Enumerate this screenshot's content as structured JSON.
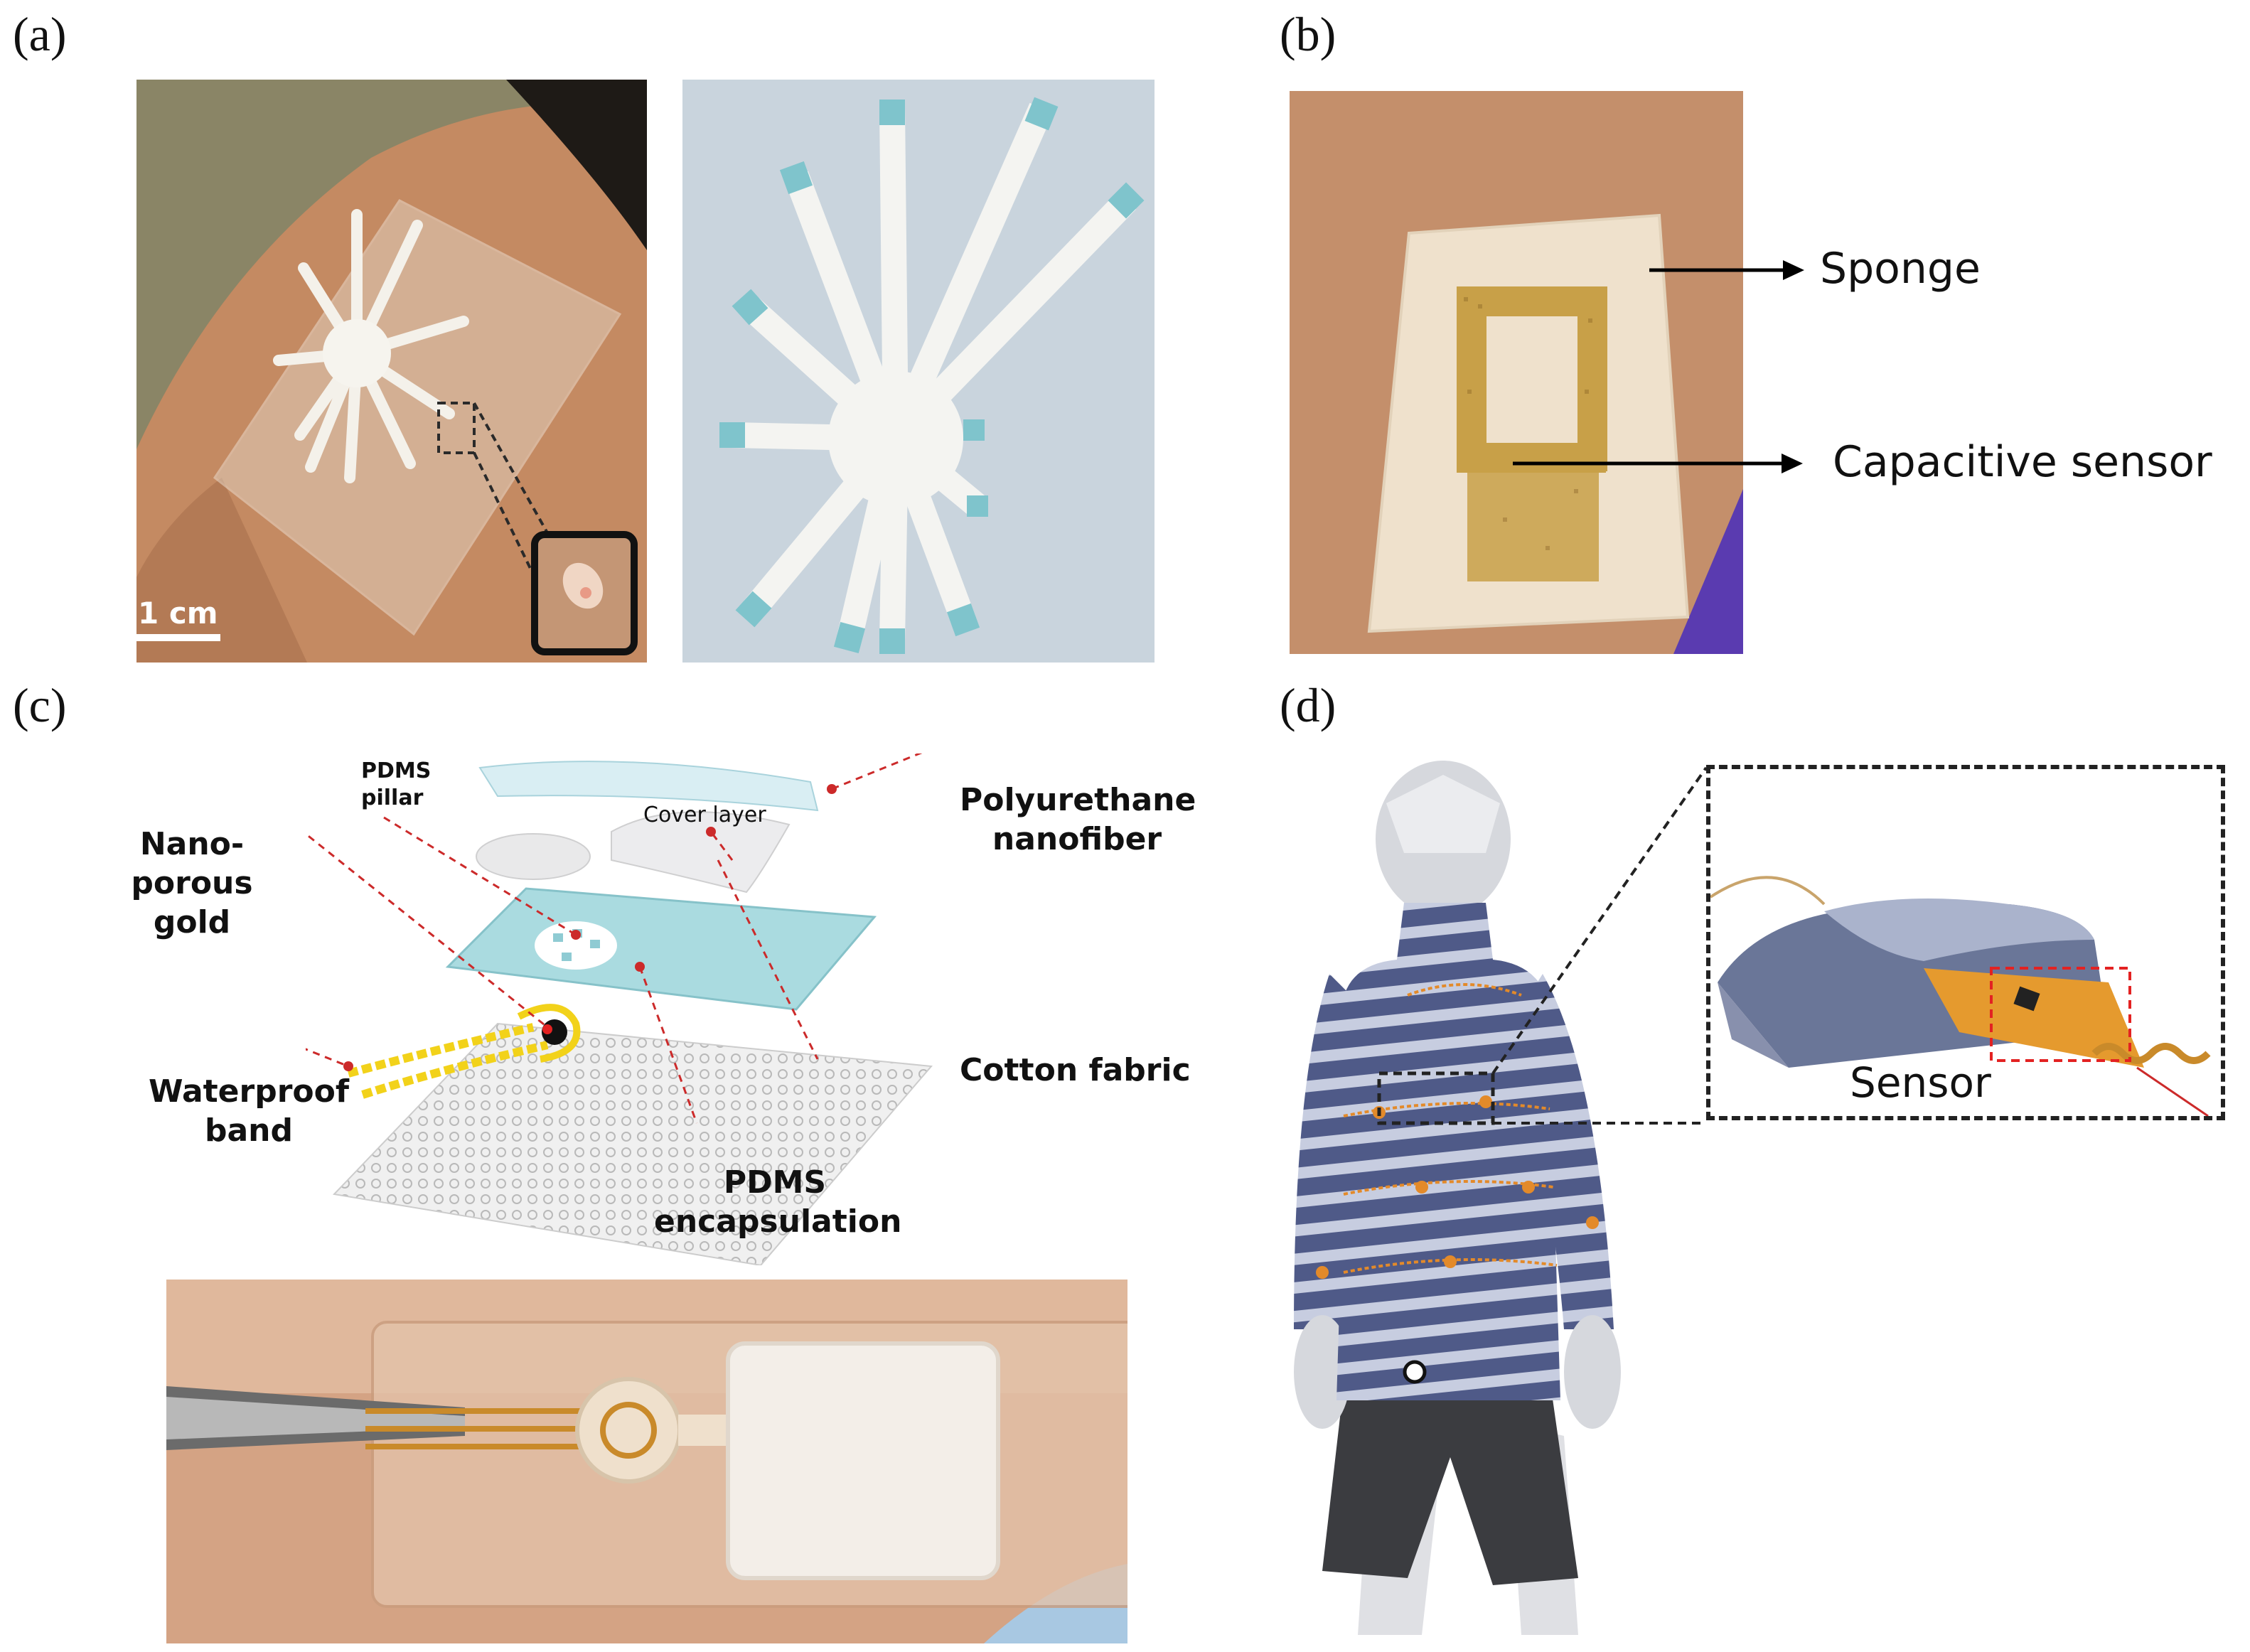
{
  "panels": {
    "a": {
      "label": "(a)",
      "scale_bar": "1 cm"
    },
    "b": {
      "label": "(b)",
      "annotations": [
        "Sponge",
        "Capacitive sensor"
      ]
    },
    "c": {
      "label": "(c)",
      "annotations": {
        "cover_layer": "Cover layer",
        "pdms_pillar": [
          "PDMS",
          "pillar"
        ],
        "nano_porous_gold": [
          "Nano-porous",
          "gold"
        ],
        "polyurethane_nanofiber": [
          "Polyurethane",
          "nanofiber"
        ],
        "cotton_fabric": "Cotton fabric",
        "waterproof_band": [
          "Waterproof",
          "band"
        ],
        "pdms_encapsulation": [
          "PDMS",
          "encapsulation"
        ]
      }
    },
    "d": {
      "label": "(d)",
      "annotations": {
        "sensor": "Sensor"
      }
    }
  },
  "colors": {
    "skin": "#c89470",
    "skin_dark": "#a86b48",
    "sponge": "#efe1cc",
    "gold": "#c8a048",
    "teal_tip": "#7fc4cc",
    "film": "#cfe8ec",
    "arrow": "#000000",
    "red_dash": "#cc2a2a",
    "shirt_dark": "#4f5a88",
    "shirt_light": "#c7cde0",
    "glove": "#5a3bb0",
    "orange": "#e38a2a",
    "yellow": "#f2d21a"
  }
}
